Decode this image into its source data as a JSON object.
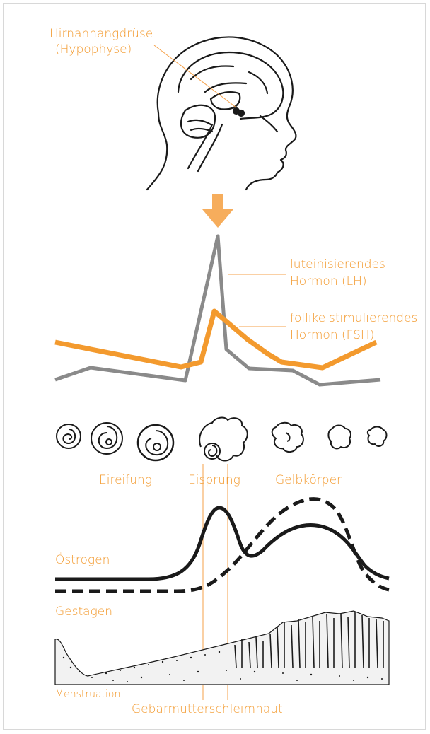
{
  "colors": {
    "accent": "#f39a2e",
    "arrow": "#f6ad5c",
    "lh_line": "#8a8a8a",
    "ink": "#1a1a1a",
    "leader": "#f5a14a"
  },
  "labels": {
    "pituitary_line1": "Hirnanhangdrüse",
    "pituitary_line2": "(Hypophyse)",
    "lh_line1": "luteinisierendes",
    "lh_line2": "Hormon (LH)",
    "fsh_line1": "follikelstimulierendes",
    "fsh_line2": "Hormon (FSH)",
    "follicle_maturation": "Eireifung",
    "ovulation": "Eisprung",
    "corpus_luteum": "Gelbkörper",
    "estrogen": "Östrogen",
    "progestogen": "Gestagen",
    "menstruation": "Menstruation",
    "endometrium": "Gebärmutterschleimhaut"
  },
  "icons": {
    "head": "head-profile-icon",
    "arrow": "arrow-down-icon"
  }
}
